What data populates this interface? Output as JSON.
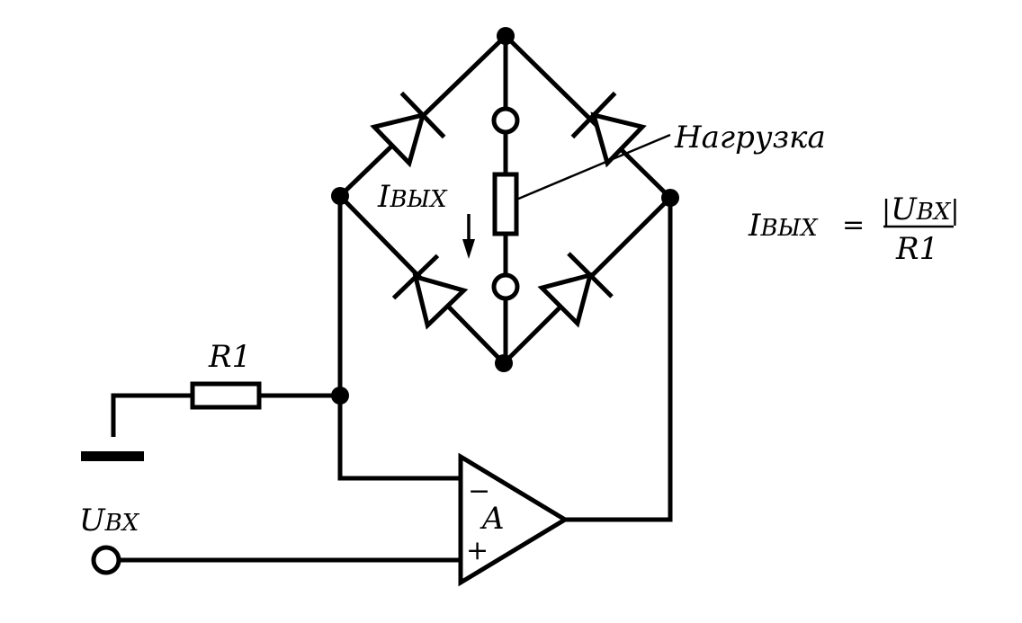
{
  "labels": {
    "load": "Нагрузка",
    "i_out_main": "I",
    "i_out_sub": "ВЫХ",
    "r1": "R1",
    "u_in_main": "U",
    "u_in_sub": "ВХ",
    "opamp_name": "A",
    "opamp_minus": "−",
    "opamp_plus": "+"
  },
  "formula": {
    "lhs_main": "I",
    "lhs_sub": "ВЫХ",
    "equals": "=",
    "num_bar_left": "|",
    "num_main": "U",
    "num_sub": "ВХ",
    "num_bar_right": "|",
    "den": "R1"
  }
}
